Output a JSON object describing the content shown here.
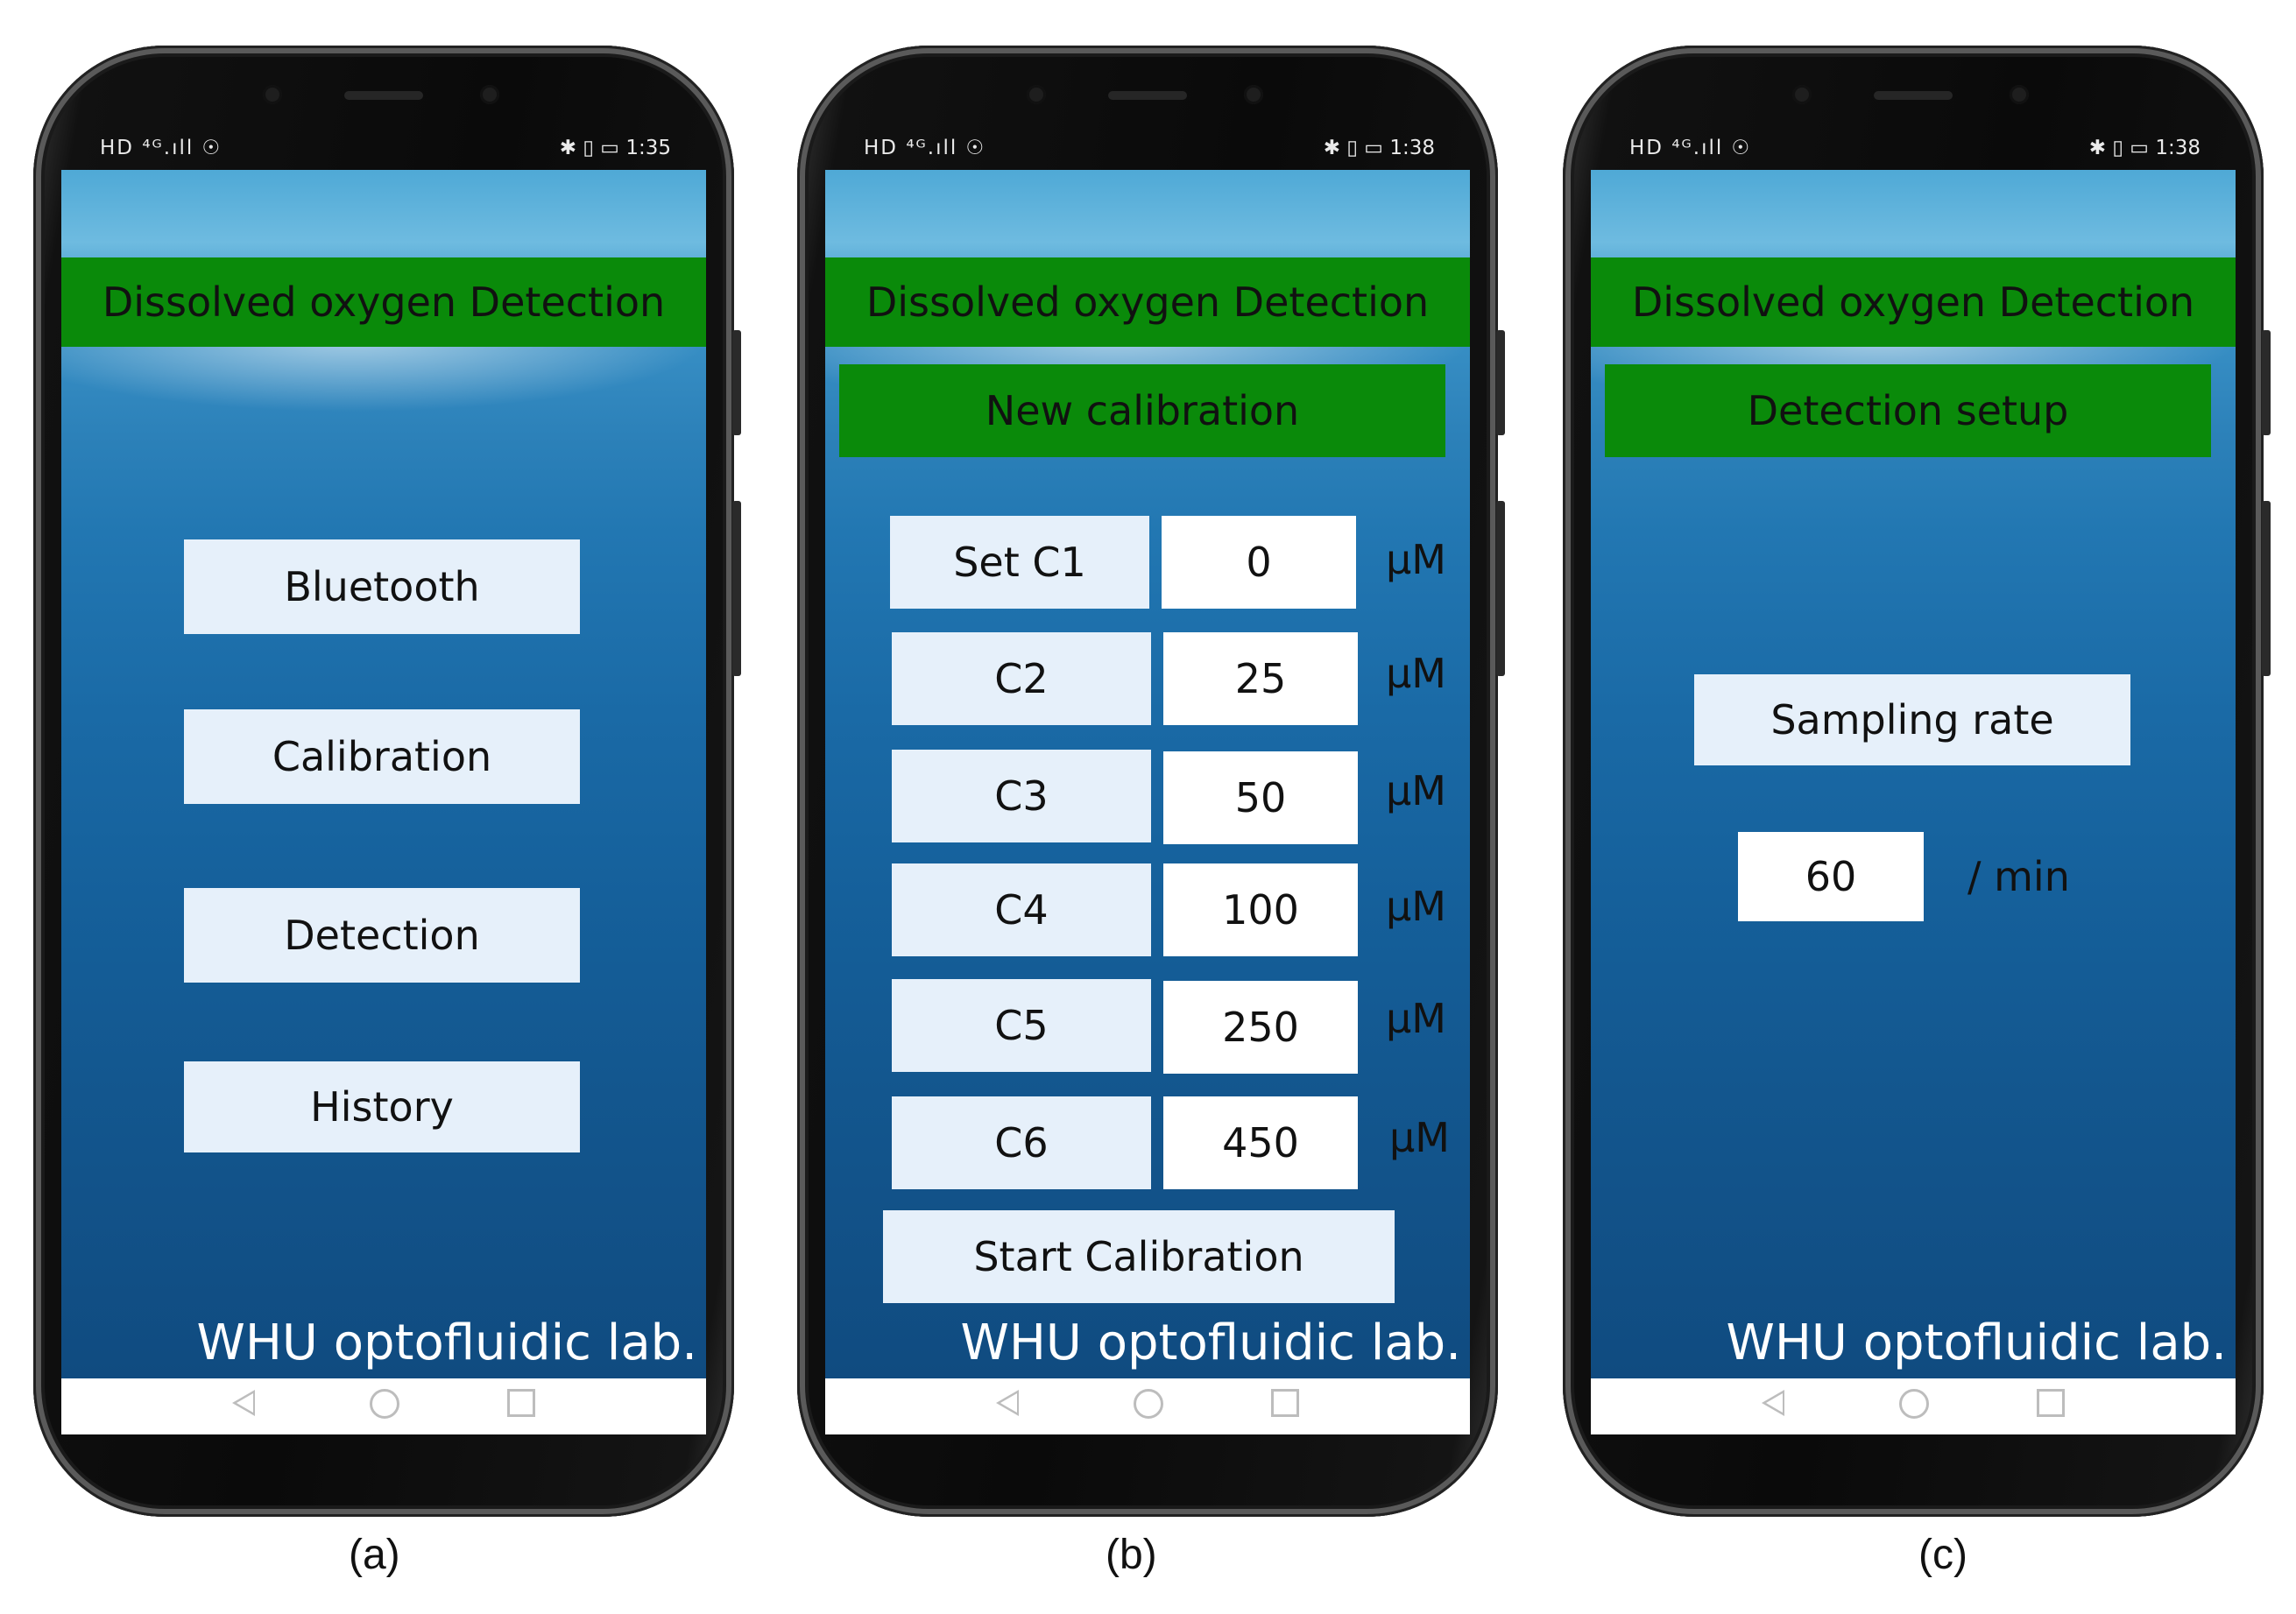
{
  "phones": [
    {
      "status": {
        "left": "HD ⁴ᴳ.ıll ☉",
        "time": "1:35"
      },
      "title": "Dissolved oxygen Detection",
      "buttons": [
        "Bluetooth",
        "Calibration",
        "Detection",
        "History"
      ],
      "footer": "WHU optofluidic lab.",
      "caption": "(a)"
    },
    {
      "status": {
        "left": "HD ⁴ᴳ.ıll ☉",
        "time": "1:38"
      },
      "title": "Dissolved oxygen Detection",
      "subtitle": "New calibration",
      "rows": [
        {
          "label": "Set C1",
          "value": "0",
          "unit": "μM"
        },
        {
          "label": "C2",
          "value": "25",
          "unit": "μM"
        },
        {
          "label": "C3",
          "value": "50",
          "unit": "μM"
        },
        {
          "label": "C4",
          "value": "100",
          "unit": "μM"
        },
        {
          "label": "C5",
          "value": "250",
          "unit": "μM"
        },
        {
          "label": "C6",
          "value": "450",
          "unit": "μM"
        }
      ],
      "start_button": "Start Calibration",
      "footer": "WHU optofluidic lab.",
      "caption": "(b)"
    },
    {
      "status": {
        "left": "HD ⁴ᴳ.ıll ☉",
        "time": "1:38"
      },
      "title": "Dissolved oxygen Detection",
      "subtitle": "Detection setup",
      "sampling_label": "Sampling rate",
      "sampling_value": "60",
      "sampling_unit": "/ min",
      "footer": "WHU optofluidic lab.",
      "caption": "(c)"
    }
  ],
  "status_right_icons": "✱ ▯ ▭",
  "icons": {
    "nav_back": "back-triangle-icon",
    "nav_home": "home-circle-icon",
    "nav_recent": "recent-square-icon"
  },
  "colors": {
    "title_green": "#0a8a0a",
    "button_bg": "#e6f0fa",
    "value_bg": "#ffffff"
  }
}
